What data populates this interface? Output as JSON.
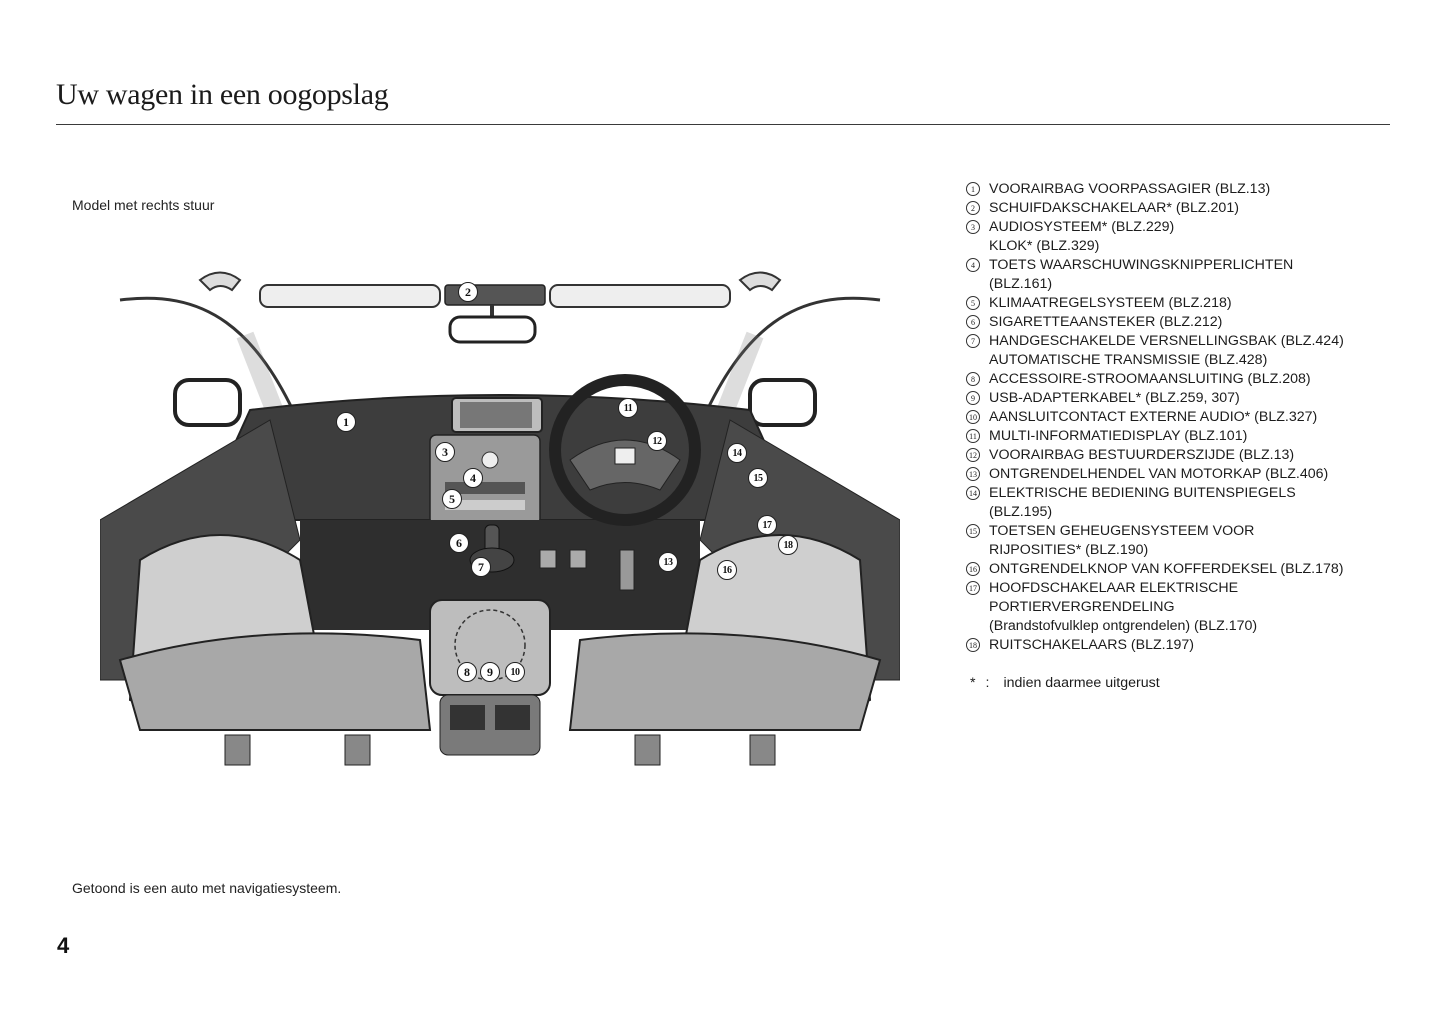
{
  "header": {
    "title": "Uw wagen in een oogopslag"
  },
  "model_label": "Model met rechts stuur",
  "caption": "Getoond is een auto met navigatiesysteem.",
  "page_number": "4",
  "legend": [
    {
      "num": "1",
      "lines": [
        "VOORAIRBAG VOORPASSAGIER (BLZ.13)"
      ]
    },
    {
      "num": "2",
      "lines": [
        "SCHUIFDAKSCHAKELAAR* (BLZ.201)"
      ]
    },
    {
      "num": "3",
      "lines": [
        "AUDIOSYSTEEM* (BLZ.229)",
        "KLOK* (BLZ.329)"
      ]
    },
    {
      "num": "4",
      "lines": [
        "TOETS WAARSCHUWINGSKNIPPERLICHTEN",
        "(BLZ.161)"
      ]
    },
    {
      "num": "5",
      "lines": [
        "KLIMAATREGELSYSTEEM (BLZ.218)"
      ]
    },
    {
      "num": "6",
      "lines": [
        "SIGARETTEAANSTEKER (BLZ.212)"
      ]
    },
    {
      "num": "7",
      "lines": [
        "HANDGESCHAKELDE VERSNELLINGSBAK (BLZ.424)",
        "AUTOMATISCHE TRANSMISSIE (BLZ.428)"
      ]
    },
    {
      "num": "8",
      "lines": [
        "ACCESSOIRE-STROOMAANSLUITING (BLZ.208)"
      ]
    },
    {
      "num": "9",
      "lines": [
        "USB-ADAPTERKABEL* (BLZ.259, 307)"
      ]
    },
    {
      "num": "10",
      "lines": [
        "AANSLUITCONTACT EXTERNE AUDIO* (BLZ.327)"
      ]
    },
    {
      "num": "11",
      "lines": [
        "MULTI-INFORMATIEDISPLAY (BLZ.101)"
      ]
    },
    {
      "num": "12",
      "lines": [
        "VOORAIRBAG BESTUURDERSZIJDE (BLZ.13)"
      ]
    },
    {
      "num": "13",
      "lines": [
        "ONTGRENDELHENDEL VAN MOTORKAP (BLZ.406)"
      ]
    },
    {
      "num": "14",
      "lines": [
        "ELEKTRISCHE BEDIENING BUITENSPIEGELS",
        "(BLZ.195)"
      ]
    },
    {
      "num": "15",
      "lines": [
        "TOETSEN GEHEUGENSYSTEEM VOOR",
        "RIJPOSITIES* (BLZ.190)"
      ]
    },
    {
      "num": "16",
      "lines": [
        "ONTGRENDELKNOP VAN KOFFERDEKSEL (BLZ.178)"
      ]
    },
    {
      "num": "17",
      "lines": [
        "HOOFDSCHAKELAAR ELEKTRISCHE",
        "PORTIERVERGRENDELING",
        "(Brandstofvulklep ontgrendelen) (BLZ.170)"
      ]
    },
    {
      "num": "18",
      "lines": [
        "RUITSCHAKELAARS (BLZ.197)"
      ]
    }
  ],
  "footnote": {
    "symbol": "*",
    "sep": ":",
    "text": "indien daarmee uitgerust"
  },
  "callouts": [
    "1",
    "2",
    "3",
    "4",
    "5",
    "6",
    "7",
    "8",
    "9",
    "10",
    "11",
    "12",
    "13",
    "14",
    "15",
    "16",
    "17",
    "18"
  ]
}
